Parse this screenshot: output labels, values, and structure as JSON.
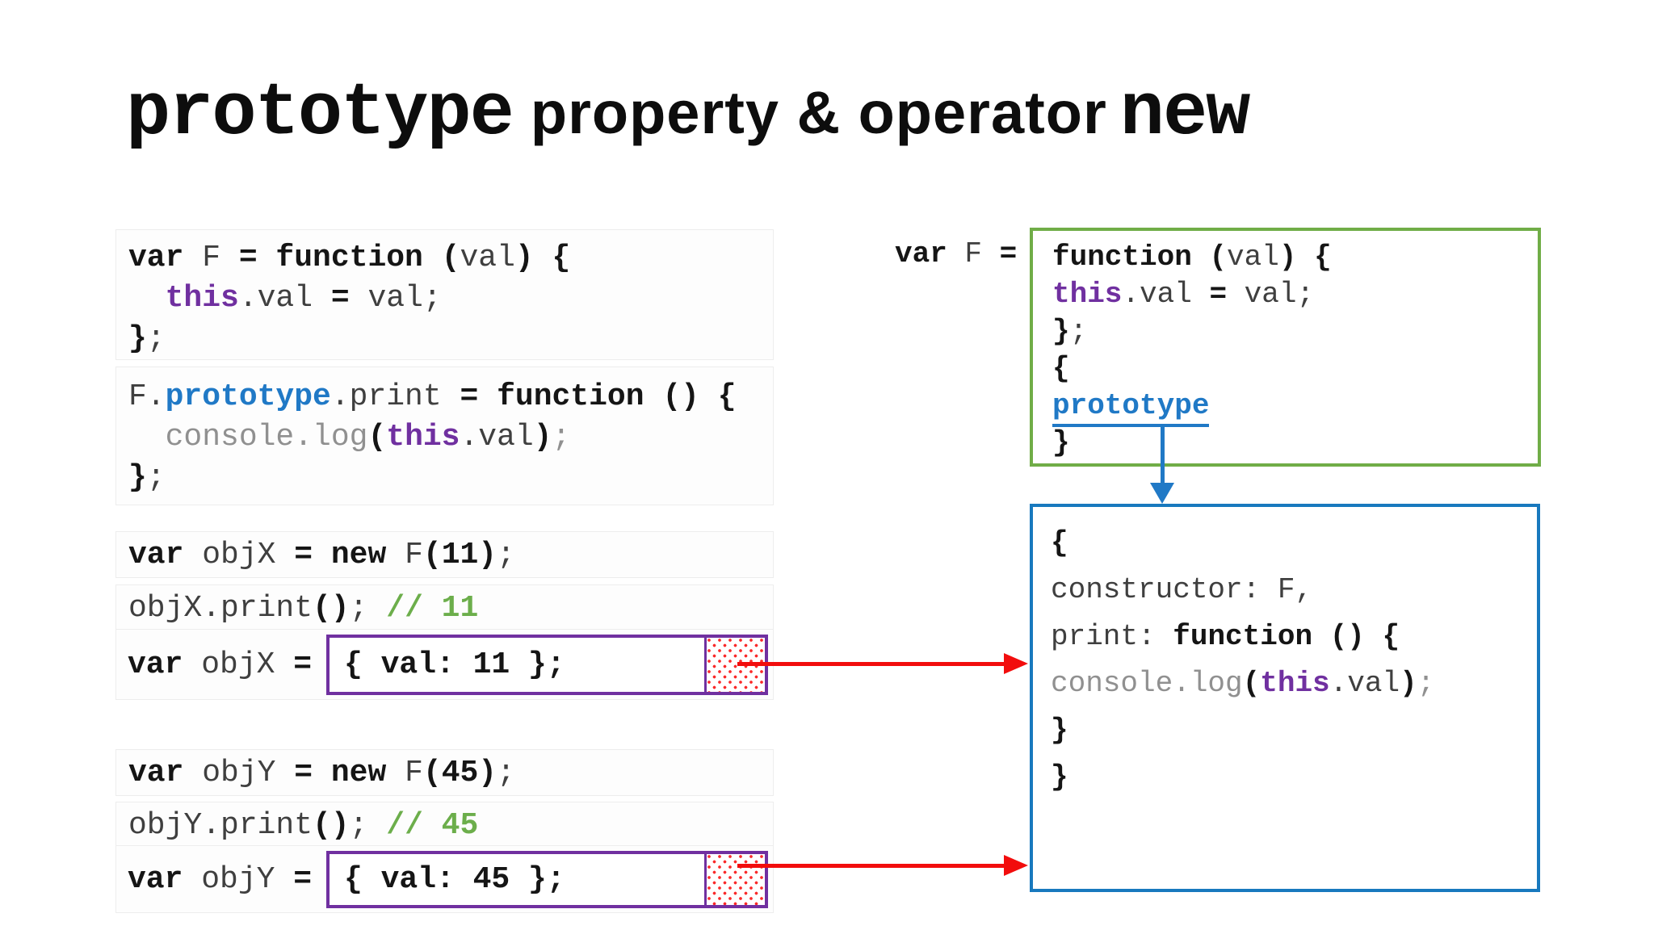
{
  "colors": {
    "purple": "#7030A0",
    "blueBorder": "#1879BE",
    "blueText": "#2079C6",
    "green": "#70AD47",
    "greenText": "#6CAE4B",
    "red": "#F20D0D",
    "ink": "#151515",
    "gray": "#3f3f3f",
    "dim": "#909090",
    "blockBg": "#fdfdfd",
    "blockBorder": "#ededed"
  },
  "title": {
    "parts": [
      [
        [
          "prototype",
          "tmono"
        ]
      ],
      [
        [
          "property & operator",
          "tsans"
        ]
      ],
      [
        [
          "new",
          "tmono"
        ]
      ]
    ]
  },
  "left": {
    "f_definition": {
      "lines": [
        [
          [
            "var ",
            "b"
          ],
          [
            "F ",
            "g"
          ],
          [
            "= function (",
            "b"
          ],
          [
            "val",
            "g"
          ],
          [
            ") {",
            "b"
          ]
        ],
        [
          [
            "  ",
            ""
          ],
          [
            "this",
            "p"
          ],
          [
            ".val ",
            "g"
          ],
          [
            "= ",
            "b"
          ],
          [
            "val;",
            "g"
          ]
        ],
        [
          [
            "}",
            "b"
          ],
          [
            ";",
            "g"
          ]
        ]
      ]
    },
    "prototype_print_definition": {
      "lines": [
        [
          [
            "F.",
            "g"
          ],
          [
            "prototype",
            "u"
          ],
          [
            ".print ",
            "g"
          ],
          [
            "= function () {",
            "b"
          ]
        ],
        [
          [
            "  ",
            ""
          ],
          [
            "console.log",
            "d"
          ],
          [
            "(",
            "b"
          ],
          [
            "this",
            "p"
          ],
          [
            ".val",
            "g"
          ],
          [
            ")",
            "b"
          ],
          [
            ";",
            "d"
          ]
        ],
        [
          [
            "}",
            "b"
          ],
          [
            ";",
            "g"
          ]
        ]
      ]
    },
    "objx_new": {
      "lines": [
        [
          [
            "var ",
            "b"
          ],
          [
            "objX ",
            "g"
          ],
          [
            "= new ",
            "b"
          ],
          [
            "F",
            "g"
          ],
          [
            "(11)",
            "b"
          ],
          [
            ";",
            "g"
          ]
        ]
      ]
    },
    "objx_print": {
      "lines": [
        [
          [
            "objX.print",
            "g"
          ],
          [
            "()",
            "b"
          ],
          [
            "; ",
            "g"
          ],
          [
            "// 11",
            "c"
          ]
        ]
      ]
    },
    "objx_assign": {
      "label": [
        [
          [
            "var ",
            "b"
          ],
          [
            "objX ",
            "g"
          ],
          [
            "=",
            "b"
          ]
        ]
      ],
      "value": [
        [
          [
            "{ val: 11 };",
            "b"
          ]
        ]
      ]
    },
    "objy_new": {
      "lines": [
        [
          [
            "var ",
            "b"
          ],
          [
            "objY ",
            "g"
          ],
          [
            "= new ",
            "b"
          ],
          [
            "F",
            "g"
          ],
          [
            "(45)",
            "b"
          ],
          [
            ";",
            "g"
          ]
        ]
      ]
    },
    "objy_print": {
      "lines": [
        [
          [
            "objY.print",
            "g"
          ],
          [
            "()",
            "b"
          ],
          [
            "; ",
            "g"
          ],
          [
            "// 45",
            "c"
          ]
        ]
      ]
    },
    "objy_assign": {
      "label": [
        [
          [
            "var ",
            "b"
          ],
          [
            "objY ",
            "g"
          ],
          [
            "=",
            "b"
          ]
        ]
      ],
      "value": [
        [
          [
            "{ val: 45 };",
            "b"
          ]
        ]
      ]
    }
  },
  "right": {
    "var_f_label": [
      [
        [
          "var ",
          "b"
        ],
        [
          "F ",
          "g"
        ],
        [
          "=",
          "b"
        ]
      ]
    ],
    "function_box": {
      "lines": [
        [
          [
            "function (",
            "b"
          ],
          [
            "val",
            "g"
          ],
          [
            ") {",
            "b"
          ]
        ],
        [
          [
            "  ",
            ""
          ],
          [
            "this",
            "p"
          ],
          [
            ".val ",
            "g"
          ],
          [
            "= ",
            "b"
          ],
          [
            "val;",
            "g"
          ]
        ],
        [
          [
            "}",
            "b"
          ],
          [
            ";",
            "g"
          ]
        ],
        [
          [
            "{",
            "b"
          ]
        ],
        [
          [
            "  ",
            ""
          ],
          [
            "prototype",
            "uU"
          ]
        ],
        [
          [
            "}",
            "b"
          ]
        ]
      ]
    },
    "prototype_object_box": {
      "lines": [
        [
          [
            "{",
            "b"
          ]
        ],
        [
          [
            "  constructor: F,",
            "g"
          ]
        ],
        [
          [
            " ",
            ""
          ]
        ],
        [
          [
            "  print: ",
            "g"
          ],
          [
            "function () {",
            "b"
          ]
        ],
        [
          [
            "    ",
            ""
          ],
          [
            "console.log",
            "d"
          ],
          [
            "(",
            "b"
          ],
          [
            "this",
            "p"
          ],
          [
            ".val",
            "g"
          ],
          [
            ")",
            "b"
          ],
          [
            ";",
            "d"
          ]
        ],
        [
          [
            "  }",
            "b"
          ]
        ],
        [
          [
            " ",
            ""
          ]
        ],
        [
          [
            "}",
            "b"
          ]
        ]
      ]
    }
  }
}
